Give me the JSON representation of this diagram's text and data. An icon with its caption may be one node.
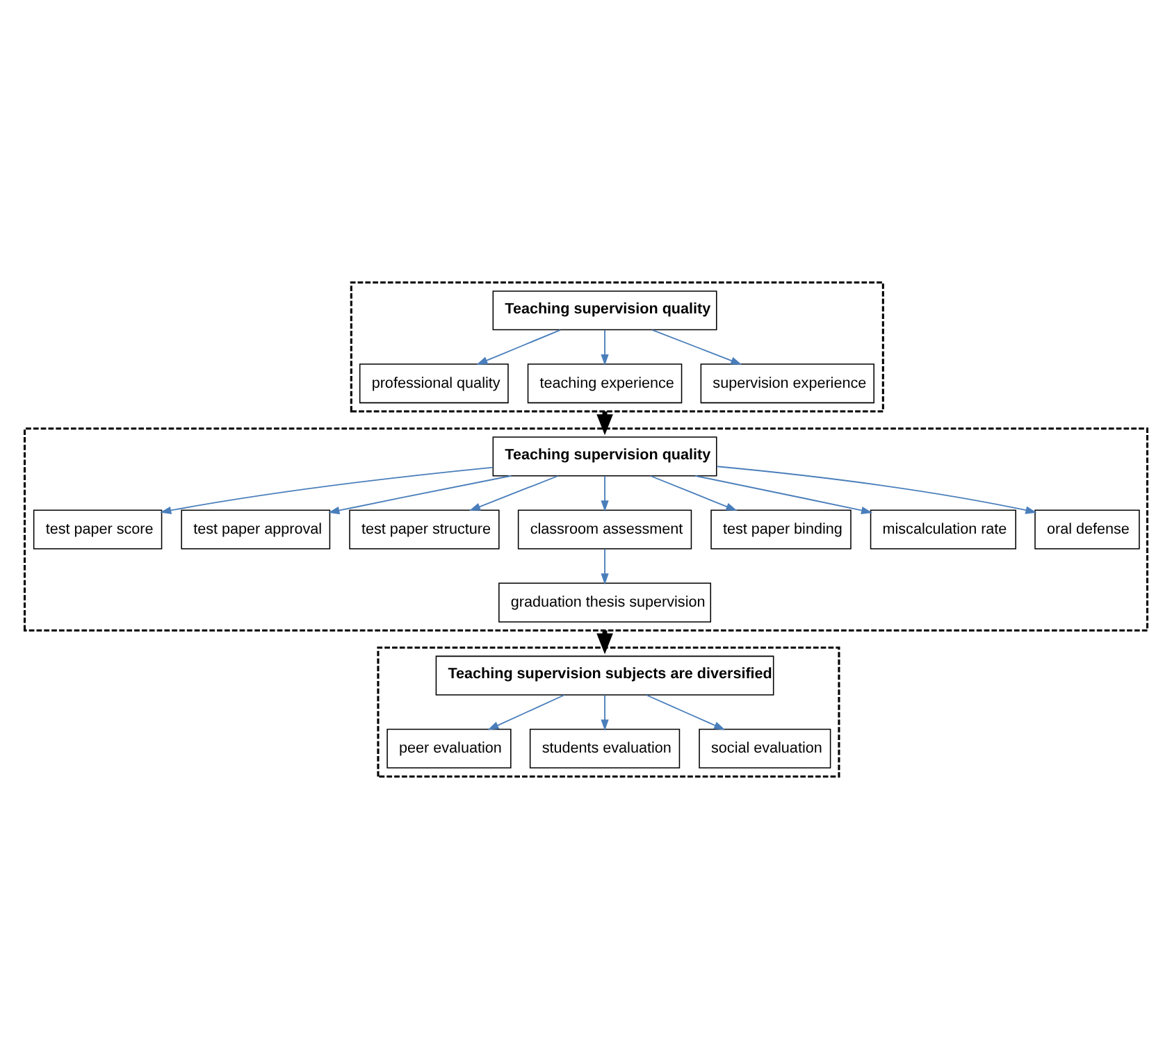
{
  "diagram": {
    "nodes": [
      {
        "text": [],
        "shape": "box"
      },
      {
        "text": [
          "Teaching supervision quality"
        ],
        "in": 0
      },
      {
        "text": [
          "professional quality"
        ],
        "in": 0
      },
      {
        "text": [
          "teaching experience"
        ],
        "in": 0
      },
      {
        "text": [
          "supervision experience"
        ],
        "in": 0
      },
      {
        "text": [],
        "shape": "box"
      },
      {
        "text": [
          "Teaching supervision quality"
        ],
        "in": 5
      },
      {
        "text": [
          "test paper score"
        ],
        "in": 5
      },
      {
        "text": [
          "test paper approval"
        ],
        "in": 5
      },
      {
        "text": [
          "test paper structure"
        ],
        "in": 5
      },
      {
        "text": [
          "classroom assessment"
        ],
        "in": 5
      },
      {
        "text": [
          "graduation thesis supervision"
        ],
        "in": 5
      },
      {
        "text": [
          "test paper binding"
        ],
        "in": 5
      },
      {
        "text": [
          "miscalculation rate"
        ],
        "in": 5
      },
      {
        "text": [
          "oral defense"
        ],
        "in": 5
      },
      {
        "text": [],
        "shape": "box"
      },
      {
        "text": [
          "Teaching supervision subjects are diversified"
        ],
        "in": 15
      },
      {
        "text": [
          "peer evaluation"
        ],
        "in": 15
      },
      {
        "text": [
          "students evaluation"
        ],
        "in": 15
      },
      {
        "text": [
          "social evaluation"
        ],
        "in": 15
      }
    ],
    "edges": [
      {
        "from": 1,
        "to": 2,
        "arrow": "to"
      },
      {
        "from": 1,
        "to": 3,
        "arrow": "to"
      },
      {
        "from": 1,
        "to": 4,
        "arrow": "to"
      },
      {
        "from": 0,
        "to": 5,
        "arrow": "to",
        "style": "thick",
        "color": "#000000"
      },
      {
        "from": 6,
        "to": 7,
        "arrow": "to"
      },
      {
        "from": 6,
        "to": 8,
        "arrow": "to"
      },
      {
        "from": 6,
        "to": 9,
        "arrow": "to"
      },
      {
        "from": 6,
        "to": 10,
        "arrow": "to"
      },
      {
        "from": 10,
        "to": 11,
        "arrow": "to"
      },
      {
        "from": 6,
        "to": 12,
        "arrow": "to"
      },
      {
        "from": 6,
        "to": 13,
        "arrow": "to"
      },
      {
        "from": 6,
        "to": 14,
        "arrow": "to"
      },
      {
        "from": 5,
        "to": 15,
        "arrow": "to",
        "style": "thick",
        "color": "#000000"
      },
      {
        "from": 16,
        "to": 17,
        "arrow": "to"
      },
      {
        "from": 16,
        "to": 18,
        "arrow": "to"
      },
      {
        "from": 16,
        "to": 19,
        "arrow": "to"
      }
    ]
  }
}
